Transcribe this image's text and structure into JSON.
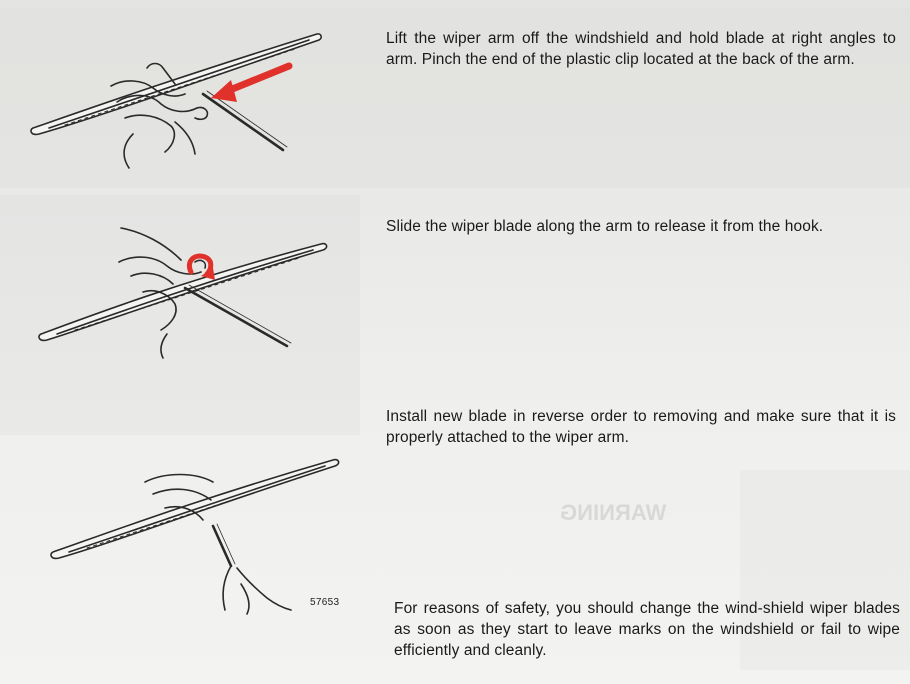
{
  "steps": [
    {
      "text": "Lift the wiper arm off the windshield and hold blade at right angles to arm. Pinch the end of the plastic clip located at the back of the arm."
    },
    {
      "text": "Slide the wiper blade along the arm to release it from the hook."
    },
    {
      "text": "Install new blade in reverse order to removing and make sure that it is properly attached to the wiper arm."
    },
    {
      "text": "For reasons of safety, you should change the wind-shield wiper blades as soon as they start to leave marks on the windshield or fail to wipe efficiently and cleanly."
    }
  ],
  "figure_code": "57653",
  "colors": {
    "arrow": "#e0322b",
    "ink": "#2a2a2a"
  }
}
